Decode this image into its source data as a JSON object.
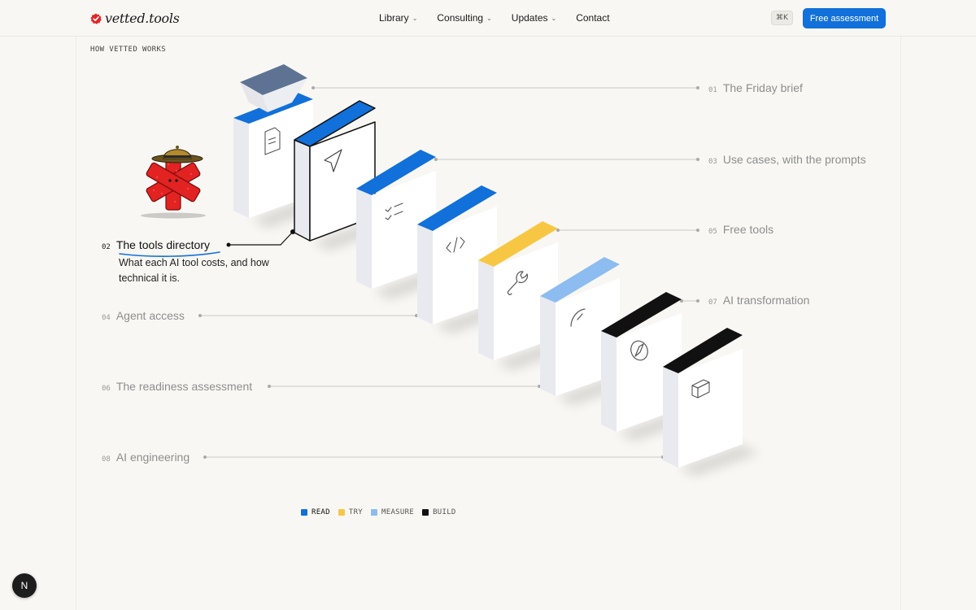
{
  "header": {
    "logo_text": "vetted.tools",
    "nav": [
      {
        "label": "Library",
        "has_menu": true
      },
      {
        "label": "Consulting",
        "has_menu": true
      },
      {
        "label": "Updates",
        "has_menu": true
      },
      {
        "label": "Contact",
        "has_menu": false
      }
    ],
    "shortcut": "⌘K",
    "cta_label": "Free assessment"
  },
  "section": {
    "eyebrow": "HOW VETTED WORKS"
  },
  "steps": [
    {
      "num": "01",
      "title": "The Friday brief",
      "category": "read",
      "icon": "document-icon"
    },
    {
      "num": "02",
      "title": "The tools directory",
      "category": "read",
      "icon": "cursor-icon",
      "active": true,
      "description": "What each AI tool costs, and how technical it is."
    },
    {
      "num": "03",
      "title": "Use cases, with the prompts",
      "category": "read",
      "icon": "checklist-icon"
    },
    {
      "num": "04",
      "title": "Agent access",
      "category": "read",
      "icon": "code-icon"
    },
    {
      "num": "05",
      "title": "Free tools",
      "category": "try",
      "icon": "wrench-icon"
    },
    {
      "num": "06",
      "title": "The readiness assessment",
      "category": "measure",
      "icon": "gauge-icon"
    },
    {
      "num": "07",
      "title": "AI transformation",
      "category": "build",
      "icon": "compass-icon"
    },
    {
      "num": "08",
      "title": "AI engineering",
      "category": "build",
      "icon": "cube-icon"
    }
  ],
  "legend": [
    {
      "label": "READ",
      "color": "#1170d9"
    },
    {
      "label": "TRY",
      "color": "#f7c744"
    },
    {
      "label": "MEASURE",
      "color": "#8cbcf0"
    },
    {
      "label": "BUILD",
      "color": "#111111"
    }
  ],
  "colors": {
    "accent": "#1170d9",
    "read": "#1170d9",
    "try": "#f7c744",
    "measure": "#8cbcf0",
    "build": "#111111",
    "mascot": "#e32222"
  },
  "badge": "N"
}
